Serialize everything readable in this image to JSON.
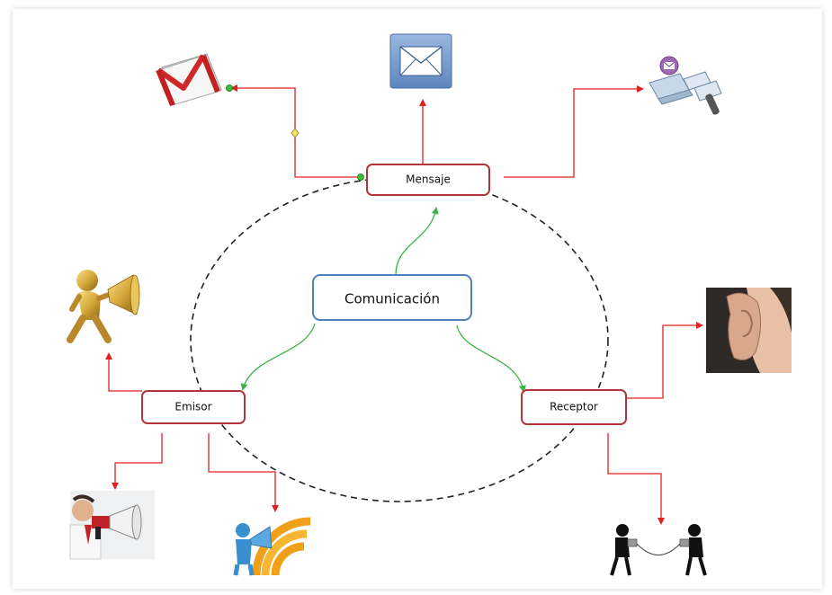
{
  "nodes": {
    "center": "Comunicación",
    "mensaje": "Mensaje",
    "emisor": "Emisor",
    "receptor": "Receptor"
  },
  "colors": {
    "arrow_red": "#e02020",
    "arrow_green": "#3bb34a",
    "node_border_red": "#b2353b",
    "node_border_blue": "#4f81bd",
    "cycle": "#222222"
  },
  "icons": [
    "gmail-icon",
    "envelope-icon",
    "email-laptop-icon",
    "megaphone-figure-icon",
    "ear-listening-icon",
    "man-megaphone-icon",
    "rss-megaphone-icon",
    "tin-can-phone-icon"
  ]
}
